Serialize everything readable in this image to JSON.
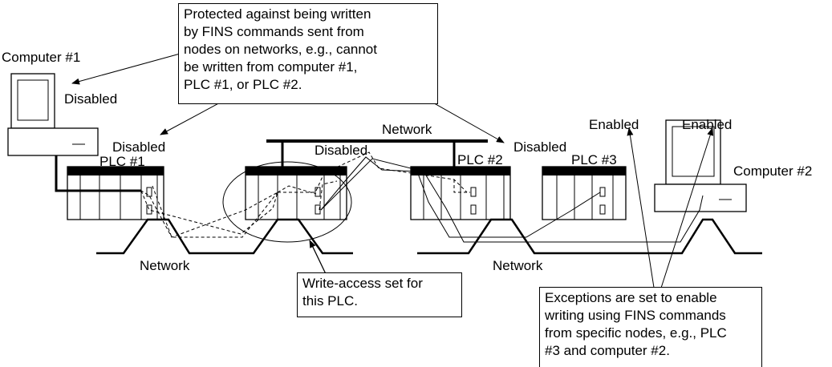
{
  "labels": {
    "computer1": "Computer #1",
    "computer2": "Computer #2",
    "plc1": "PLC #1",
    "plc2": "PLC #2",
    "plc3": "PLC #3",
    "disabled_comp1": "Disabled",
    "disabled_plc1": "Disabled",
    "disabled_middle": "Disabled",
    "disabled_plc2": "Disabled",
    "enabled_plc3": "Enabled",
    "enabled_comp2": "Enabled",
    "network_top": "Network",
    "network_bottom_left": "Network",
    "network_bottom_right": "Network"
  },
  "callouts": {
    "protected": [
      "Protected against being written",
      "by FINS commands sent from",
      "nodes on networks, e.g., cannot",
      "be written from computer #1,",
      "PLC #1, or PLC #2."
    ],
    "write_access": [
      "Write-access set for",
      "this PLC."
    ],
    "exceptions": [
      "Exceptions are set to enable",
      "writing using FINS commands",
      "from specific nodes, e.g., PLC",
      "#3 and computer #2."
    ]
  }
}
